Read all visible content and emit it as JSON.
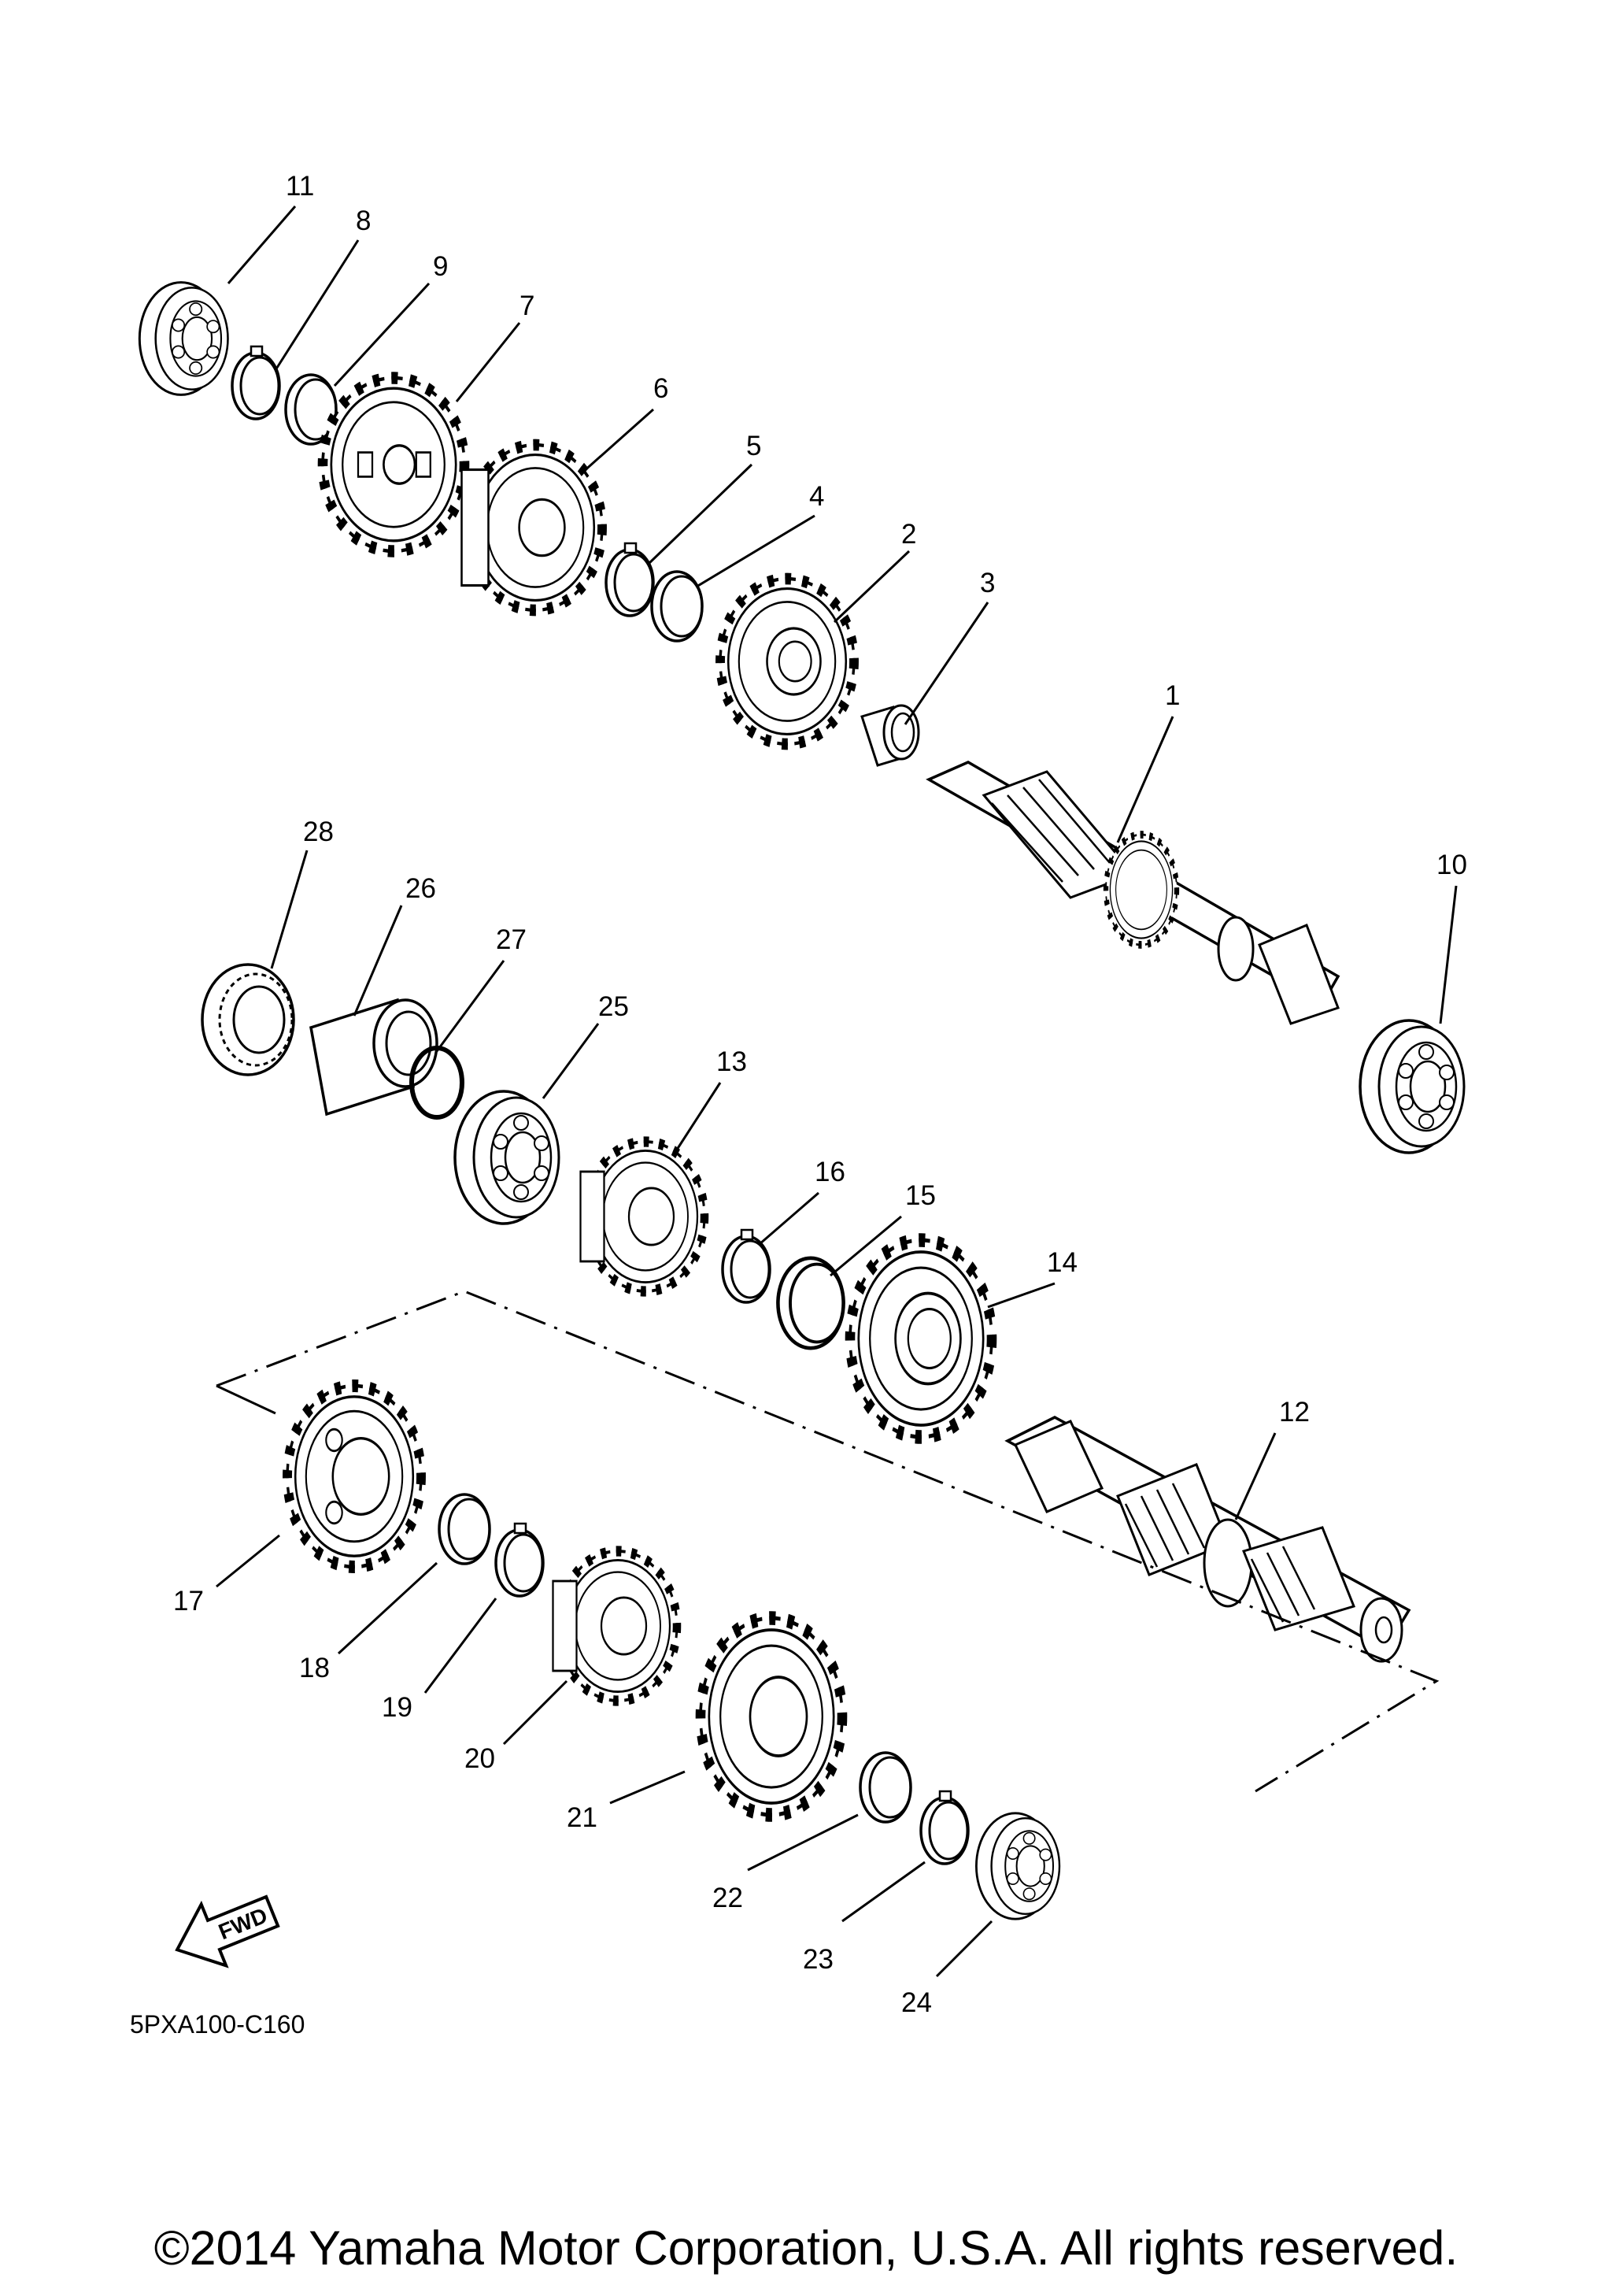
{
  "diagram": {
    "drawing_code": "5PXA100-C160",
    "fwd_label": "FWD",
    "copyright": "©2014 Yamaha Motor Corporation, U.S.A. All rights reserved."
  },
  "callouts": [
    "1",
    "2",
    "3",
    "4",
    "5",
    "6",
    "7",
    "8",
    "9",
    "10",
    "11",
    "12",
    "13",
    "14",
    "15",
    "16",
    "17",
    "18",
    "19",
    "20",
    "21",
    "22",
    "23",
    "24",
    "25",
    "26",
    "27",
    "28"
  ],
  "colors": {
    "line": "#000000",
    "background": "#ffffff"
  }
}
